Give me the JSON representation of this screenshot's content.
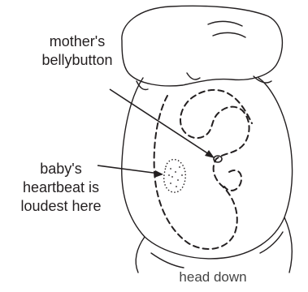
{
  "labels": {
    "navel": [
      "mother's",
      "bellybutton"
    ],
    "heartbeat": [
      "baby's",
      "heartbeat is",
      "loudest here"
    ],
    "caption": "head down"
  }
}
